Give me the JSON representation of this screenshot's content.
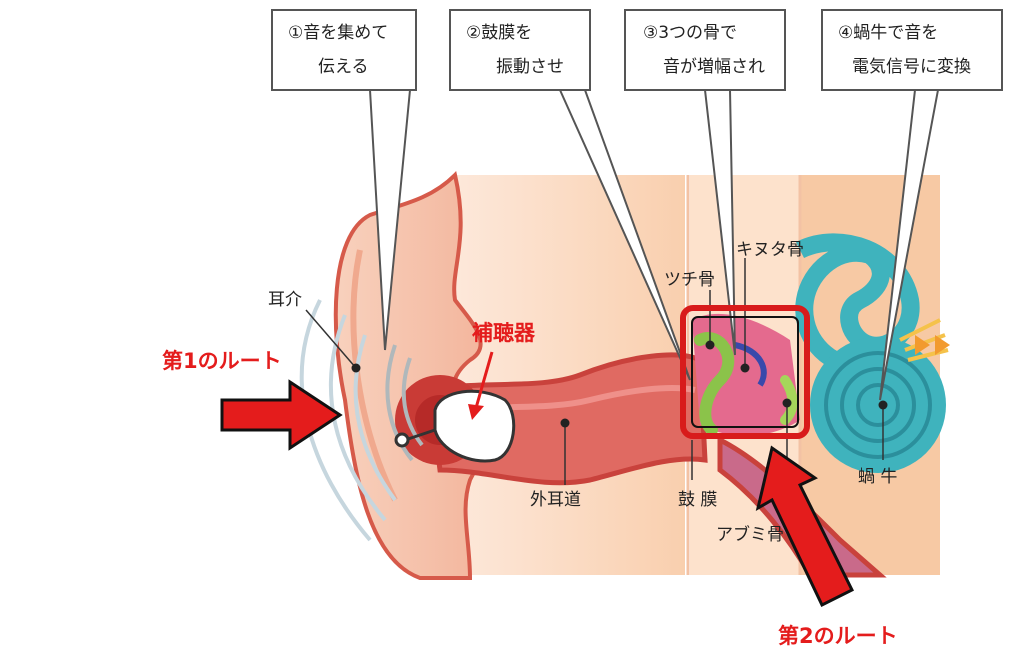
{
  "callouts": [
    {
      "line1": "①音を集めて",
      "line2": "伝える"
    },
    {
      "line1": "②鼓膜を",
      "line2": "振動させ"
    },
    {
      "line1": "③3つの骨で",
      "line2": "音が増幅され"
    },
    {
      "line1": "④蝸牛で音を",
      "line2": "電気信号に変換"
    }
  ],
  "labels": {
    "auricle": "耳介",
    "ear_canal": "外耳道",
    "eardrum": "鼓 膜",
    "malleus": "ツチ骨",
    "incus": "キヌタ骨",
    "stapes": "アブミ骨",
    "cochlea": "蝸 牛"
  },
  "annotations": {
    "hearing_aid": "補聴器",
    "route1": "第1のルート",
    "route2": "第2のルート"
  },
  "colors": {
    "accent_red": "#e41c1c",
    "skin": "#f6c2a8",
    "canal": "#d9534f",
    "cochlea": "#3fb3bd"
  }
}
